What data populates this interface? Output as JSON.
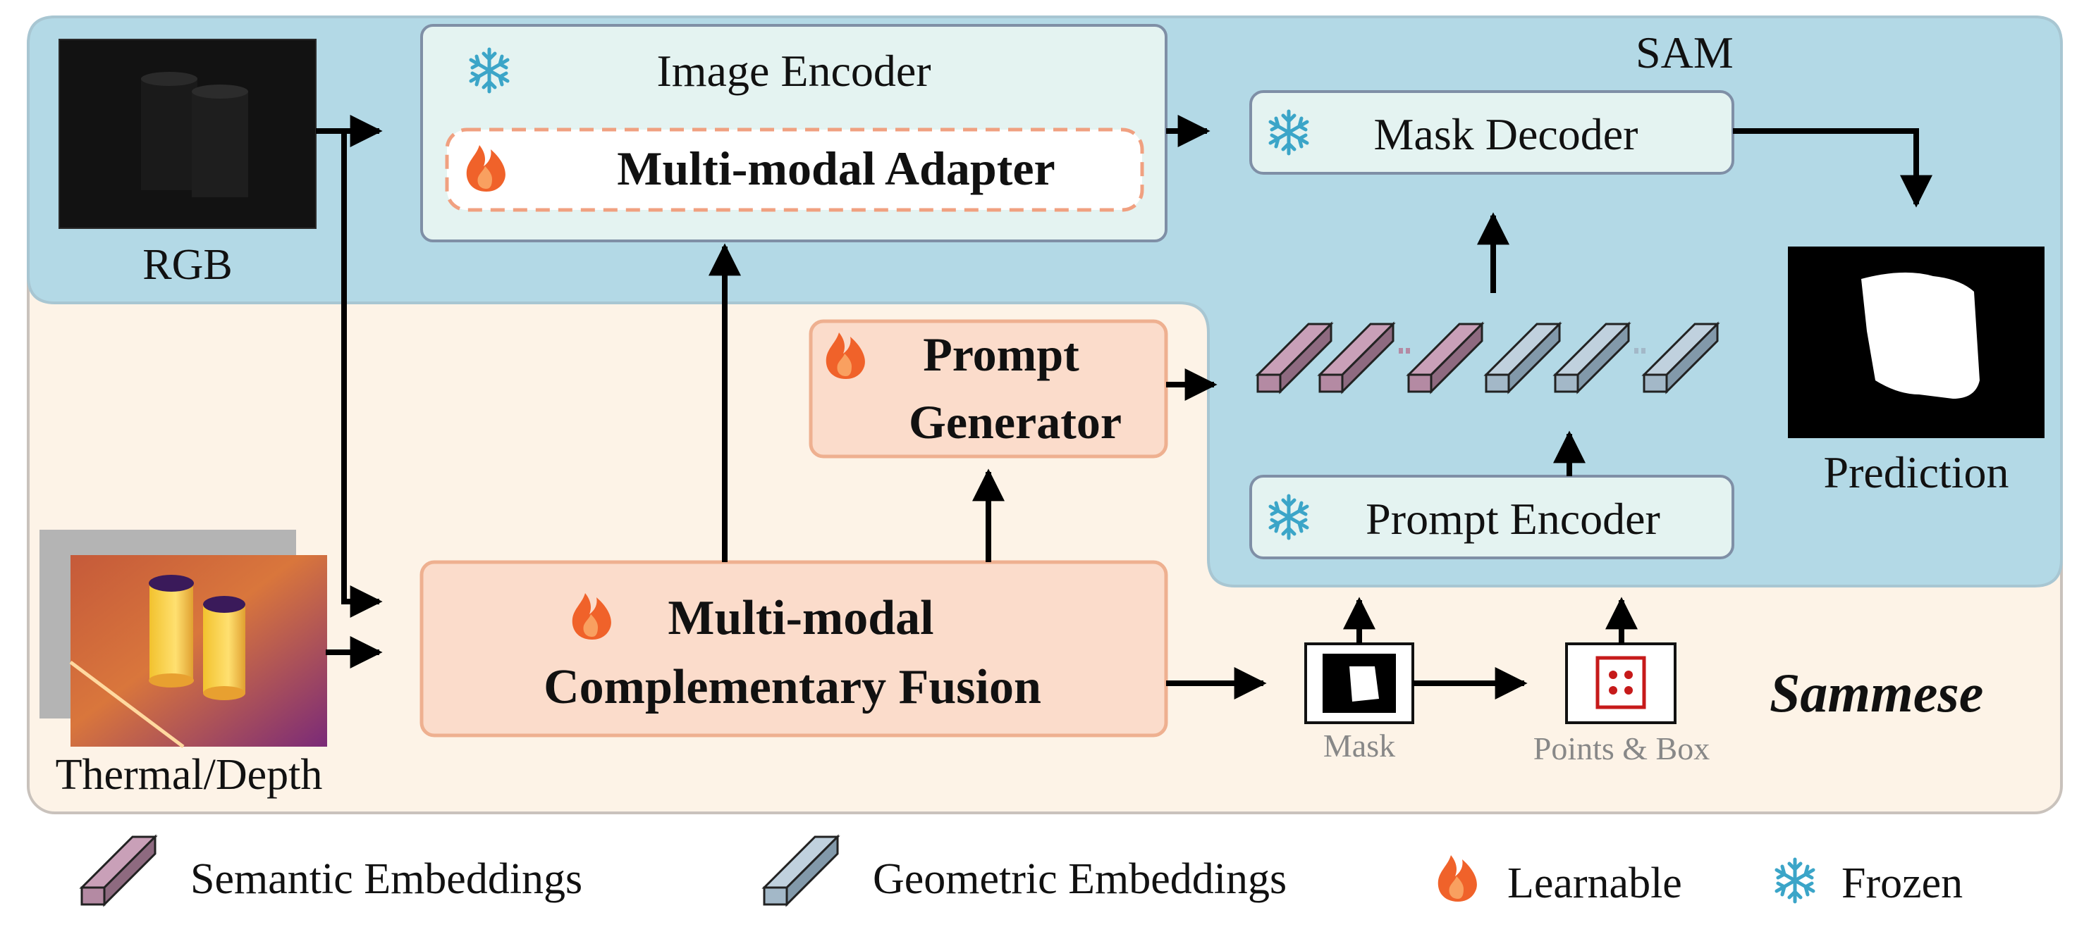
{
  "sam": {
    "label": "SAM"
  },
  "sammese": {
    "label": "Sammese"
  },
  "inputs": {
    "rgb_label": "RGB",
    "thermal_label": "Thermal/Depth"
  },
  "image_encoder": {
    "title": "Image Encoder",
    "adapter": "Multi-modal Adapter",
    "icon": "snowflake-icon",
    "adapter_icon": "flame-icon"
  },
  "mask_decoder": {
    "title": "Mask Decoder",
    "icon": "snowflake-icon"
  },
  "prompt_generator": {
    "line1": "Prompt",
    "line2": "Generator",
    "icon": "flame-icon"
  },
  "prompt_encoder": {
    "title": "Prompt Encoder",
    "icon": "snowflake-icon"
  },
  "fusion": {
    "line1": "Multi-modal",
    "line2": "Complementary Fusion",
    "icon": "flame-icon"
  },
  "mask": {
    "label": "Mask"
  },
  "points_box": {
    "label": "Points & Box"
  },
  "prediction": {
    "label": "Prediction"
  },
  "legend": {
    "semantic": "Semantic Embeddings",
    "geometric": "Geometric Embeddings",
    "learnable": "Learnable",
    "frozen": "Frozen"
  },
  "colors": {
    "sam_bg": "#b3d9e6",
    "sammese_bg": "#fdf3e7",
    "encoder_bg": "#e4f3f1",
    "orange_box": "#fbdccb",
    "orange_border": "#eeb090",
    "semantic": "#b48aa3",
    "geometric": "#a3b8c8",
    "flame": "#f0622a",
    "snow": "#3ba5c8"
  }
}
